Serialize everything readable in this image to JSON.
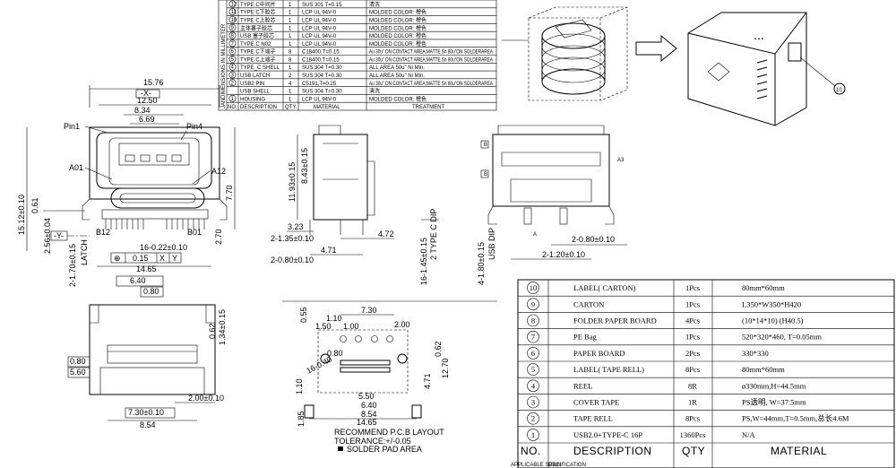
{
  "bom_top": {
    "side_label": "DIMENSIONS IN MILLIMETER",
    "side_label2": "JAN",
    "rows": [
      {
        "no": "12",
        "desc": "TYPE C中间片",
        "qty": "1",
        "material": "SUS 301 T=0.15",
        "treatment": "清洗"
      },
      {
        "no": "11",
        "desc": "TYPE C下胶芯",
        "qty": "1",
        "material": "LCP UL 94V-0",
        "treatment": "MOLDED COLOR: 橙色"
      },
      {
        "no": "10",
        "desc": "TYPE C上胶芯",
        "qty": "1",
        "material": "LCP UL 94V-0",
        "treatment": "MOLDED COLOR: 橙色"
      },
      {
        "no": "9",
        "desc": "主体塞子胶芯",
        "qty": "1",
        "material": "LCP UL 94V-0",
        "treatment": "MOLDED COLOR: 橙色"
      },
      {
        "no": "8",
        "desc": "USB 塞子胶芯",
        "qty": "1",
        "material": "LCP UL 94V-0",
        "treatment": "MOLDED COLOR: 橙色"
      },
      {
        "no": "7",
        "desc": "TYPE C N02",
        "qty": "1",
        "material": "LCP UL 94V-0",
        "treatment": "MOLDED COLOR: 橙色"
      },
      {
        "no": "6",
        "desc": "TYPE C下端子",
        "qty": "8",
        "material": "C18400,T=0.15",
        "treatment": "Au 30u\" ON CONTACT AREA,MATTE Sn 80u\"ON SOLDERAREA"
      },
      {
        "no": "5",
        "desc": "TYPE C上端子",
        "qty": "8",
        "material": "C18400,T=0.15",
        "treatment": "Au 30u\" ON CONTACT AREA,MATTE Sn 80u\"ON SOLDERAREA"
      },
      {
        "no": "4",
        "desc": "TYPE_C SHELL",
        "qty": "1",
        "material": "SUS 304 T=0.30",
        "treatment": "ALL AREA 50u\" Ni Min."
      },
      {
        "no": "3",
        "desc": "USB LATCH",
        "qty": "2",
        "material": "SUS 304 T=0.30",
        "treatment": "ALL AREA 50u\" Ni Min."
      },
      {
        "no": "2",
        "desc": "USB2 PIN",
        "qty": "4",
        "material": "C5191,T=0.25",
        "treatment": "Au 30u\" ON CONTACT AREA,MATTE Sn 80u\"ON SOLDERAREA"
      },
      {
        "no": "",
        "desc": "USB SHELL",
        "qty": "1",
        "material": "SUS 304 T=0.30",
        "treatment": "清洗"
      },
      {
        "no": "1",
        "desc": "HOUSING",
        "qty": "1",
        "material": "LCP UL 94V-0",
        "treatment": "MOLDED COLOR: 橙色"
      }
    ],
    "headers": {
      "no": "NO.",
      "desc": "DESCRIPTION",
      "qty": "QTY.",
      "material": "MATERIAL",
      "treatment": "TREATMENT"
    }
  },
  "bom_bottom": {
    "rows": [
      {
        "no": "10",
        "desc": "LABEL( CARTON)",
        "qty": "1Pcs",
        "material": "80mm*60mm"
      },
      {
        "no": "9",
        "desc": "CARTON",
        "qty": "1Pcs",
        "material": "L350*W350*H420"
      },
      {
        "no": "8",
        "desc": "FOLDER PAPER BOARD",
        "qty": "4Pcs",
        "material": "(10*14*10) (H40.5)"
      },
      {
        "no": "7",
        "desc": "PE Bag",
        "qty": "1Pcs",
        "material": "520*320*460, T=0.05mm"
      },
      {
        "no": "6",
        "desc": "PAPER BOARD",
        "qty": "2Pcs",
        "material": "330*330"
      },
      {
        "no": "5",
        "desc": "LABEL( TAPE RELL)",
        "qty": "8Pcs",
        "material": "80mm*60mm"
      },
      {
        "no": "4",
        "desc": "REEL",
        "qty": "8R",
        "material": "ø330mm,H=44.5mm"
      },
      {
        "no": "3",
        "desc": "COVER TAPE",
        "qty": "1R",
        "material": "PS透明, W=37.5mm"
      },
      {
        "no": "2",
        "desc": "TAPE RELL",
        "qty": "8Pcs",
        "material": "PS,W=44mm,T=0.5mm,总长4.6M"
      },
      {
        "no": "1",
        "desc": "USB2.0+TYPE-C 16P",
        "qty": "1360Pcs",
        "material": "N/A"
      }
    ],
    "headers": {
      "no": "NO.",
      "desc": "DESCRIPTION",
      "qty": "QTY",
      "material": "MATERIAL"
    },
    "footer": "APPLICABLE SPECIFICATION",
    "footer2": "DWN"
  },
  "callouts": {
    "label10": "10"
  },
  "front_view": {
    "d_1576": "15.76",
    "d_x": "-X-",
    "d_1250": "12.50",
    "d_834": "8.34",
    "d_669": "6.69",
    "pin1": "Pin1",
    "pin4": "Pin4",
    "a01": "A01",
    "a12": "A12",
    "b12": "B12",
    "b01": "B01",
    "d_1512": "15.12±0.10",
    "d_061": "0.61",
    "d_256": "2.56±0.04",
    "d_y": "-Y-",
    "d_170": "2-1.70±0.15",
    "latch": "LATCH",
    "d_770": "7.70",
    "d_270": "2.70",
    "d_1622": "16-0.22±0.10",
    "d_015": "0.15",
    "d_x2": "X",
    "d_y2": "Y",
    "d_1465": "14.65"
  },
  "side_view": {
    "d_1193": "11.93±0.15",
    "d_843": "8.43±0.15",
    "d_323": "3.23",
    "d_135": "2-1.35±0.10",
    "d_472": "4.72",
    "d_471": "4.71",
    "d_080": "2-0.80±0.10",
    "d_1645": "16-1.45±0.15",
    "type_c_dip": "2 TYPE C DIP"
  },
  "rear_view": {
    "d_080b": "2-0.80±0.10",
    "d_120": "2-1.20±0.10",
    "d_180": "4-1.80±0.15",
    "usb_dip": "USB DIP",
    "a": "A",
    "a3": "A3",
    "b": "B"
  },
  "bottom_view": {
    "d_640": "6.40",
    "d_080": "0.80",
    "d_080b": "0.80",
    "d_560": "5.60",
    "d_134": "1.34±0.15",
    "d_062": "0.62",
    "d_200": "2.00±0.10",
    "d_730": "7.30±0.10",
    "d_854": "8.54"
  },
  "pcb_layout": {
    "d_055": "0.55",
    "d_730": "7.30",
    "d_110": "1.10",
    "d_150": "1.50",
    "d_100": "1.00",
    "d_200": "2.00",
    "d_080": "0.80",
    "d_040": "16-0.40",
    "d_110b": "1.10",
    "d_471": "4.71",
    "d_1270": "12.70",
    "d_062": "0.62",
    "d_550": "5.50",
    "d_640": "6.40",
    "d_854": "8.54",
    "d_1465": "14.65",
    "d_185": "1.85",
    "note1": "RECOMMEND P.C.B LAYOUT",
    "note2": "TOLERANCE:+/-0.05",
    "note3": "SOLDER PAD AREA"
  }
}
